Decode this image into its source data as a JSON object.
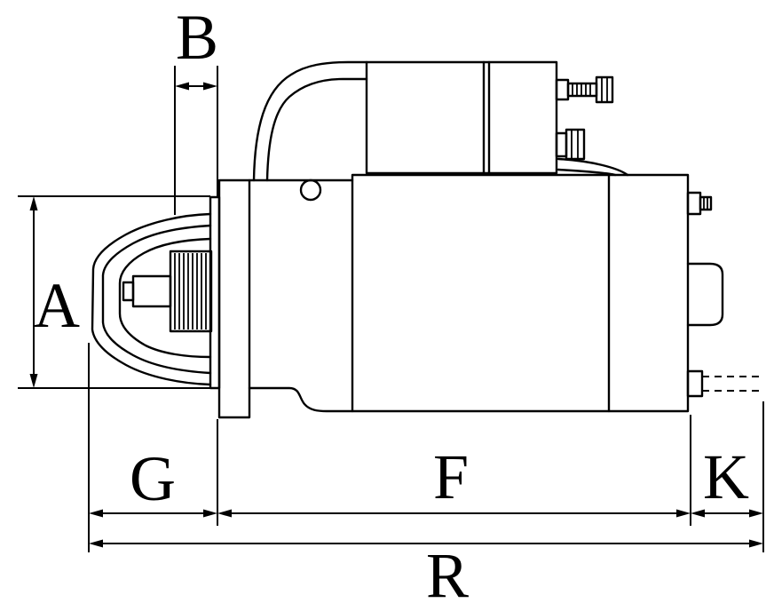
{
  "diagram": {
    "colors": {
      "line": "#000000",
      "background": "#ffffff"
    },
    "labels": {
      "a": "A",
      "b": "B",
      "g": "G",
      "f": "F",
      "k": "K",
      "r": "R"
    }
  }
}
